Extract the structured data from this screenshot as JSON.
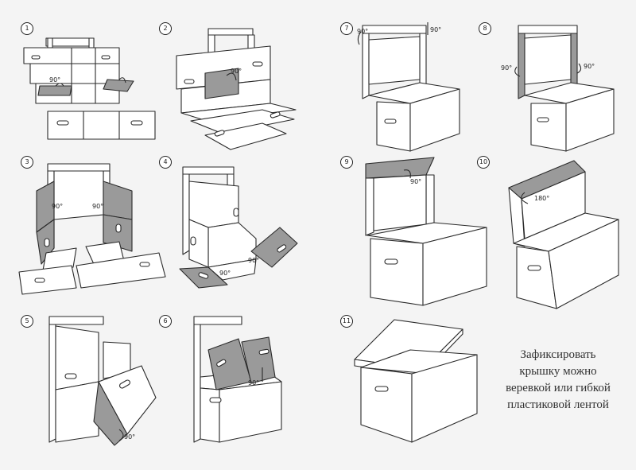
{
  "steps": [
    {
      "num": "1",
      "angles": [
        "90°"
      ]
    },
    {
      "num": "2",
      "angles": [
        "90°"
      ]
    },
    {
      "num": "3",
      "angles": [
        "90°",
        "90°"
      ]
    },
    {
      "num": "4",
      "angles": [
        "90°",
        "90°"
      ]
    },
    {
      "num": "5",
      "angles": [
        "90°"
      ]
    },
    {
      "num": "6",
      "angles": [
        "90°"
      ]
    },
    {
      "num": "7",
      "angles": [
        "90°",
        "90°"
      ]
    },
    {
      "num": "8",
      "angles": [
        "90°",
        "90°"
      ]
    },
    {
      "num": "9",
      "angles": [
        "90°"
      ]
    },
    {
      "num": "10",
      "angles": [
        "180°"
      ]
    },
    {
      "num": "11",
      "angles": []
    }
  ],
  "note": {
    "lines": [
      "Зафиксировать",
      "крышку можно",
      "веревкой или гибкой",
      "пластиковой лентой"
    ]
  },
  "colors": {
    "panel_fill": "#ffffff",
    "shaded_fill": "#9a9a9a",
    "line": "#2a2a2a",
    "background": "#f4f4f4"
  }
}
